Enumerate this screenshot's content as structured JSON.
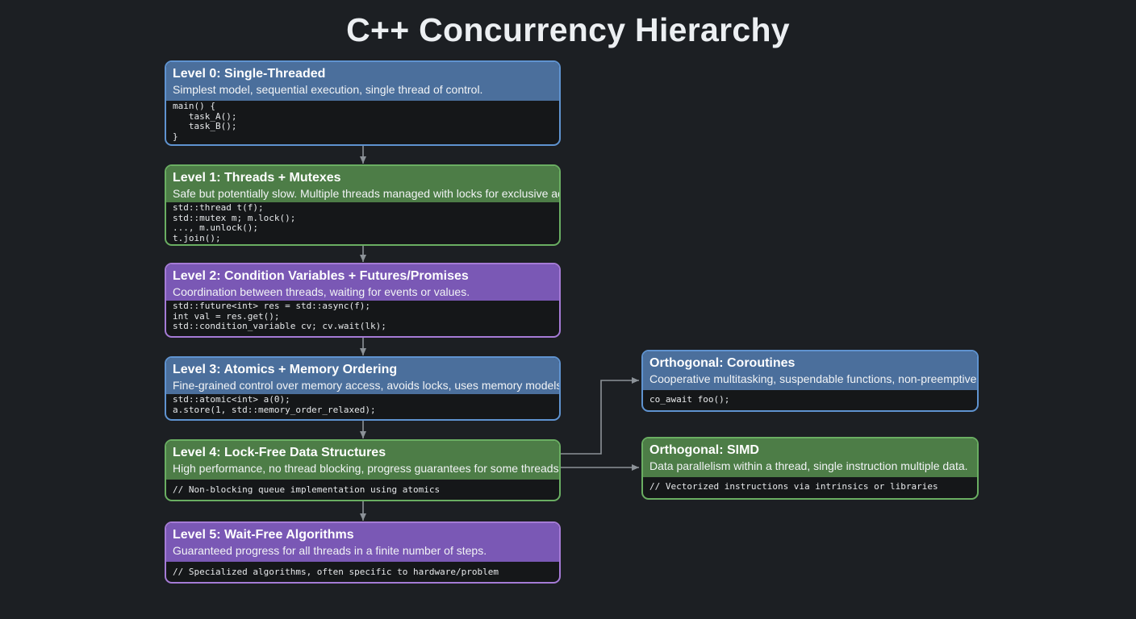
{
  "title": "C++ Concurrency Hierarchy",
  "colors": {
    "background": "#1c1f23",
    "blue_header": "#4b6f9c",
    "green_header": "#4d7d47",
    "purple_header": "#7a58b5",
    "code_background": "#151719",
    "connector": "#8c9298"
  },
  "levels": [
    {
      "title": "Level 0: Single-Threaded",
      "description": "Simplest model, sequential execution, single thread of control.",
      "code": "main() {\n   task_A();\n   task_B();\n}"
    },
    {
      "title": "Level 1: Threads + Mutexes",
      "description": "Safe but potentially slow. Multiple threads managed with locks for exclusive access.",
      "code": "std::thread t(f);\nstd::mutex m; m.lock();\n..., m.unlock();\nt.join();"
    },
    {
      "title": "Level 2: Condition Variables + Futures/Promises",
      "description": "Coordination between threads, waiting for events or values.",
      "code": "std::future<int> res = std::async(f);\nint val = res.get();\nstd::condition_variable cv; cv.wait(lk);"
    },
    {
      "title": "Level 3: Atomics + Memory Ordering",
      "description": "Fine-grained control over memory access, avoids locks, uses memory models.",
      "code": "std::atomic<int> a(0);\na.store(1, std::memory_order_relaxed);"
    },
    {
      "title": "Level 4: Lock-Free Data Structures",
      "description": "High performance, no thread blocking, progress guarantees for some threads.",
      "code": "// Non-blocking queue implementation using atomics"
    },
    {
      "title": "Level 5: Wait-Free Algorithms",
      "description": "Guaranteed progress for all threads in a finite number of steps.",
      "code": "// Specialized algorithms, often specific to hardware/problem"
    }
  ],
  "orthogonal": [
    {
      "title": "Orthogonal: Coroutines",
      "description": "Cooperative multitasking, suspendable functions, non-preemptive.",
      "code": "co_await foo();"
    },
    {
      "title": "Orthogonal: SIMD",
      "description": "Data parallelism within a thread, single instruction multiple data.",
      "code": "// Vectorized instructions via intrinsics or libraries"
    }
  ]
}
